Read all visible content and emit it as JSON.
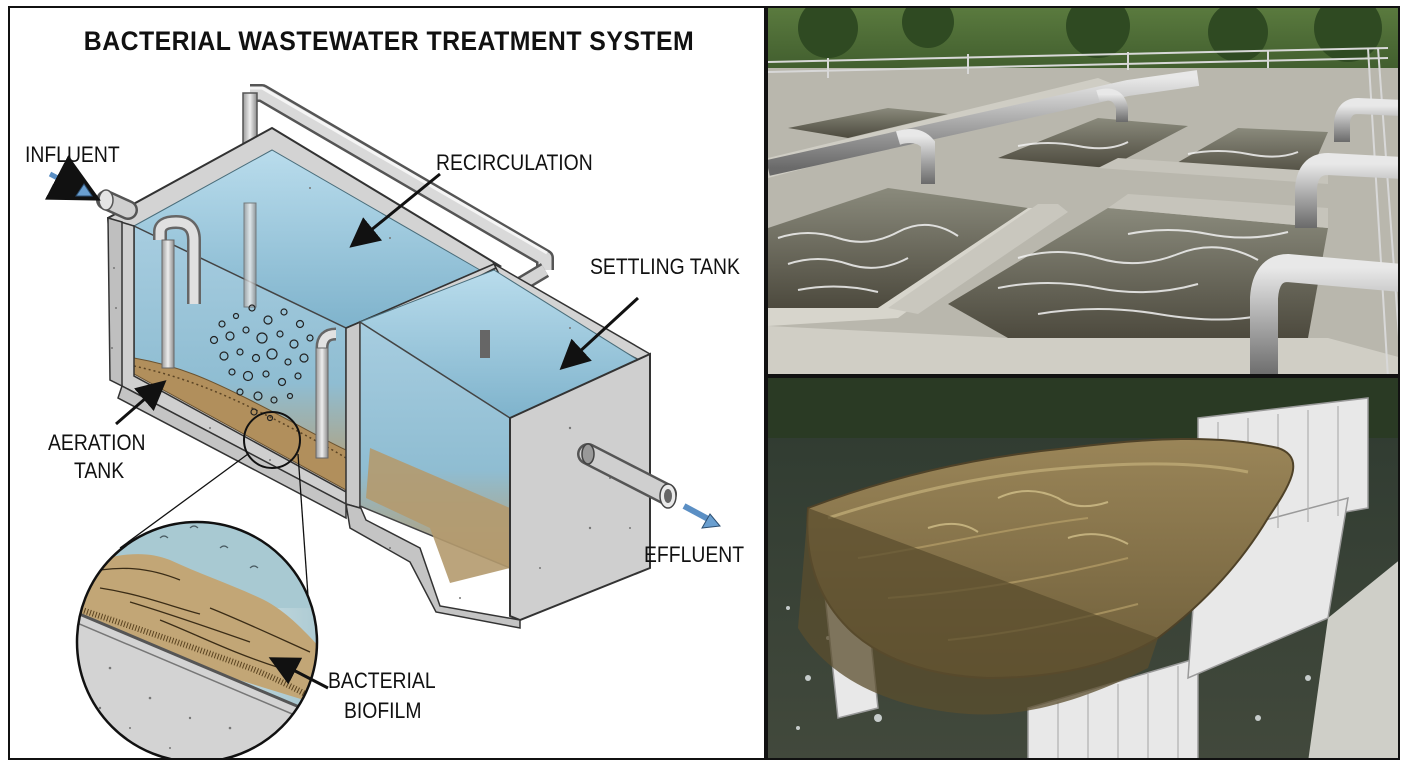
{
  "title": "BACTERIAL WASTEWATER TREATMENT SYSTEM",
  "labels": {
    "influent": "INFLUENT",
    "recirculation": "RECIRCULATION",
    "settling_tank": "SETTLING TANK",
    "aeration_tank_line1": "AERATION",
    "aeration_tank_line2": "TANK",
    "effluent": "EFFLUENT",
    "biofilm_line1": "BACTERIAL",
    "biofilm_line2": "BIOFILM"
  },
  "colors": {
    "water": "#a9cfe0",
    "concrete": "#d7d7d7",
    "sludge": "#b79a6a",
    "arrow_blue": "#6a9fd0"
  }
}
